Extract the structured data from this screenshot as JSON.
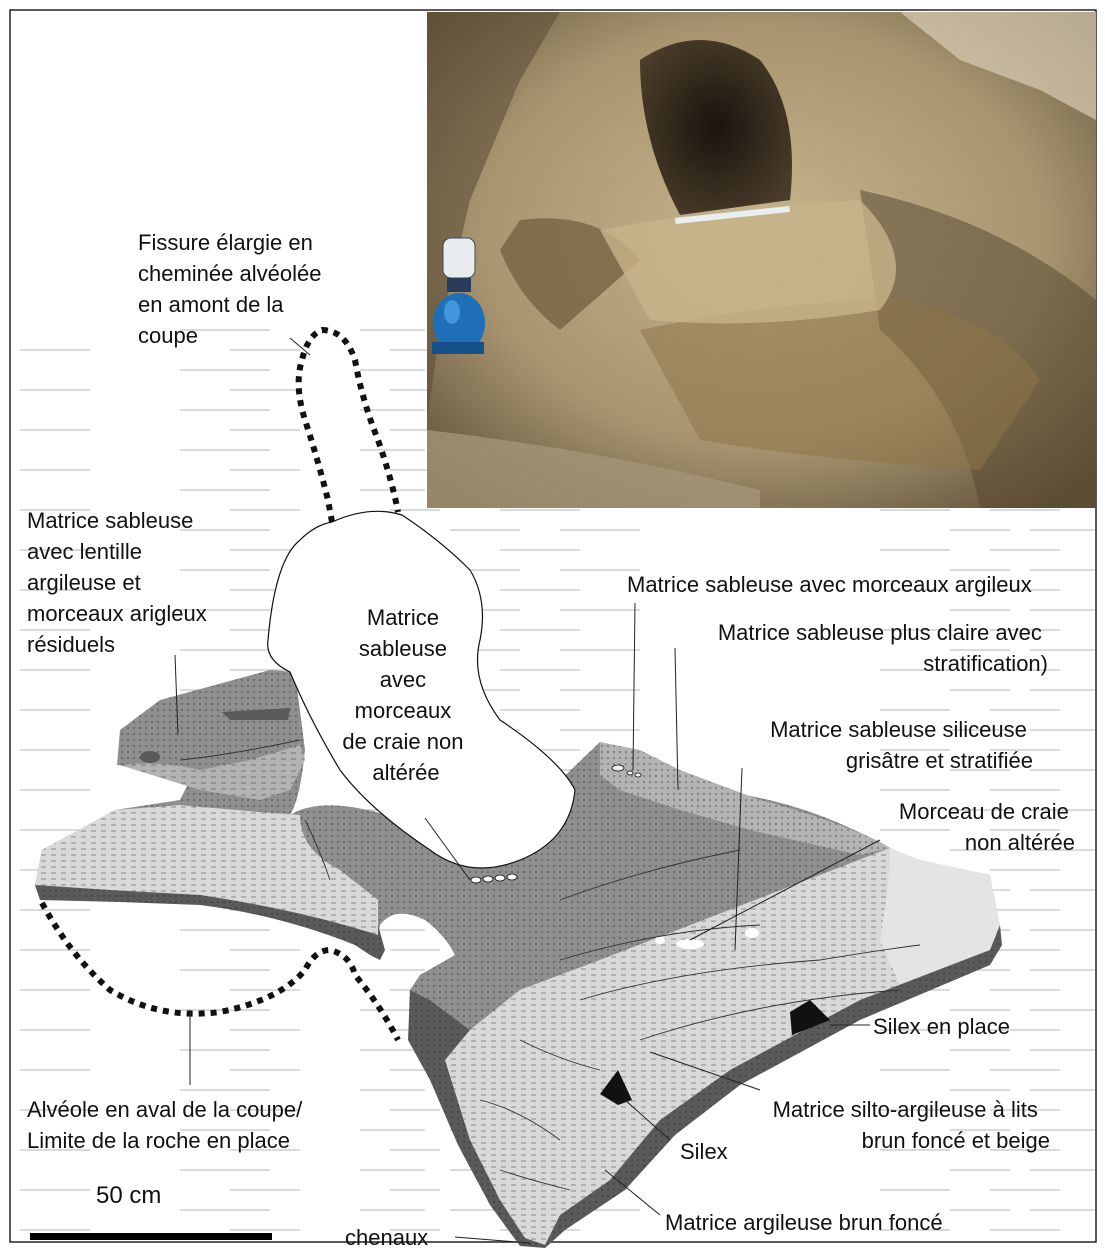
{
  "labels": {
    "fissure": [
      "Fissure élargie en",
      "cheminée alvéolée",
      "en amont de la",
      "coupe"
    ],
    "matrice_lentille": [
      "Matrice sableuse",
      "avec lentille",
      "argileuse et",
      "morceaux arigleux",
      "résiduels"
    ],
    "matrice_craie": [
      "Matrice",
      "sableuse",
      "avec",
      "morceaux",
      "de craie non",
      "altérée"
    ],
    "matrice_morceaux": [
      "Matrice sableuse avec morceaux argileux"
    ],
    "matrice_claire": [
      "Matrice sableuse plus claire avec",
      "stratification)"
    ],
    "matrice_siliceuse": [
      "Matrice sableuse siliceuse",
      "grisâtre et stratifiée"
    ],
    "morceau_craie": [
      "Morceau de craie",
      "non altérée"
    ],
    "silex_place": [
      "Silex en place"
    ],
    "alveole": [
      "Alvéole en aval de la coupe/",
      "Limite de la roche en place"
    ],
    "silto": [
      "Matrice silto-argileuse à lits",
      "brun foncé et beige"
    ],
    "silex": [
      "Silex"
    ],
    "chenaux": [
      "chenaux"
    ],
    "argileuse": [
      "Matrice argileuse brun foncé"
    ]
  },
  "scale": {
    "label": "50 cm"
  },
  "photo": {
    "icons": [
      "camping-lantern-icon",
      "measuring-rule-icon"
    ]
  },
  "colors": {
    "dark_clay": "#5a5a5a",
    "medium_sand": "#8f8f8f",
    "light_silt": "#d9d9d9",
    "gray_sand": "#b3b3b3",
    "photo_rock": "#b9a789",
    "photo_sediment": "#8a7450"
  }
}
